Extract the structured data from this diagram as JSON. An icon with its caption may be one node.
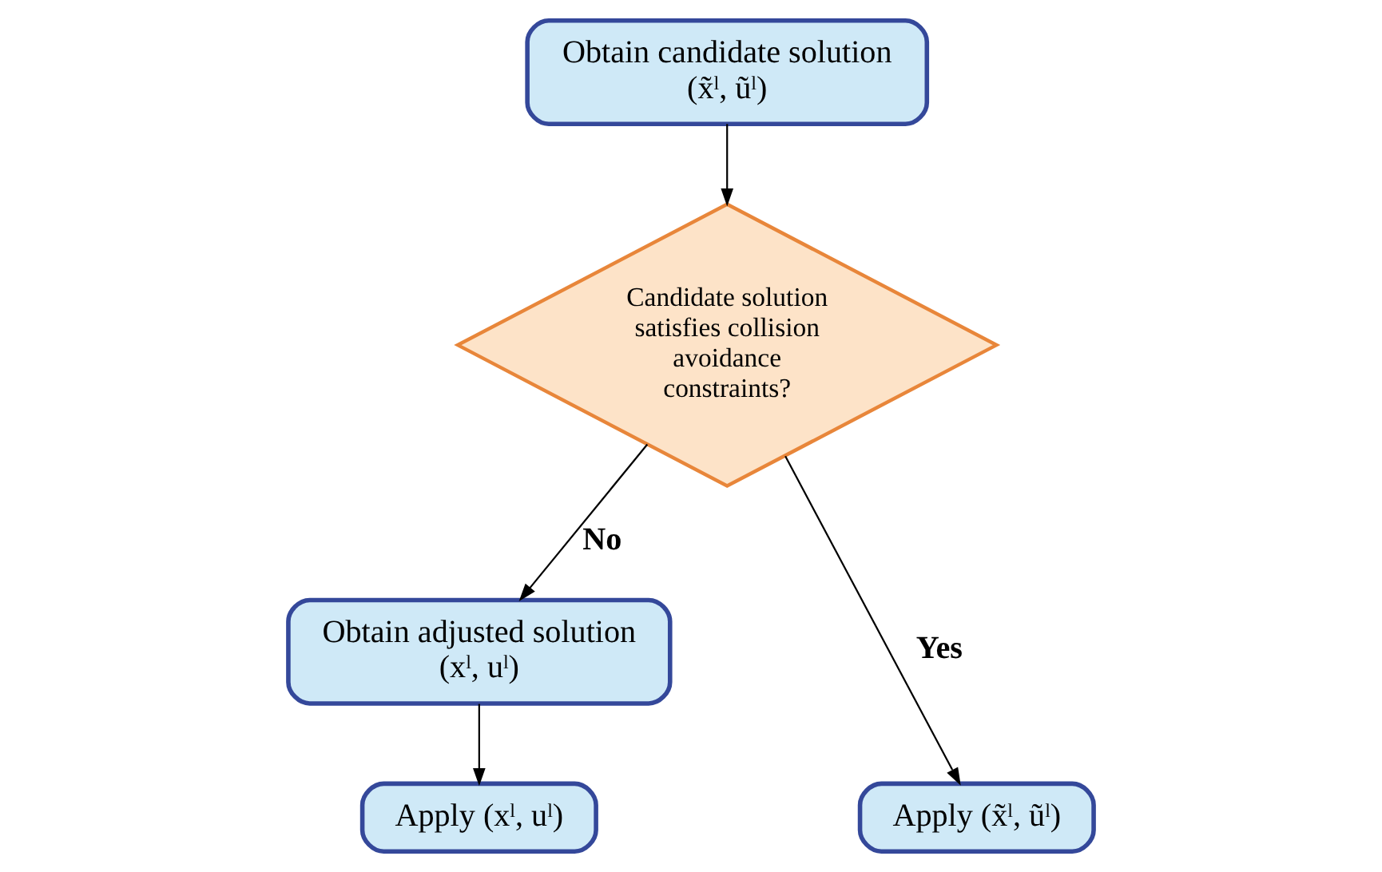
{
  "diagram": {
    "nodes": [
      {
        "text": [
          "Obtain candidate solution",
          "(x̃ˡ, ũˡ)"
        ]
      },
      {
        "text": [
          "Candidate solution satisfies collision avoidance constraints?"
        ]
      },
      {
        "text": [
          "Obtain adjusted solution",
          "(xˡ, uˡ)"
        ]
      },
      {
        "text": [
          "Apply (x̃ˡ, ũˡ)"
        ]
      },
      {
        "text": [
          "Apply (xˡ, uˡ)"
        ]
      }
    ],
    "edges": [
      {
        "from": 0,
        "to": 1,
        "arrow": "to"
      },
      {
        "from": 1,
        "to": 2,
        "arrow": "to",
        "label": "No"
      },
      {
        "from": 1,
        "to": 3,
        "arrow": "to",
        "label": "Yes"
      },
      {
        "from": 2,
        "to": 4,
        "arrow": "to"
      }
    ]
  }
}
